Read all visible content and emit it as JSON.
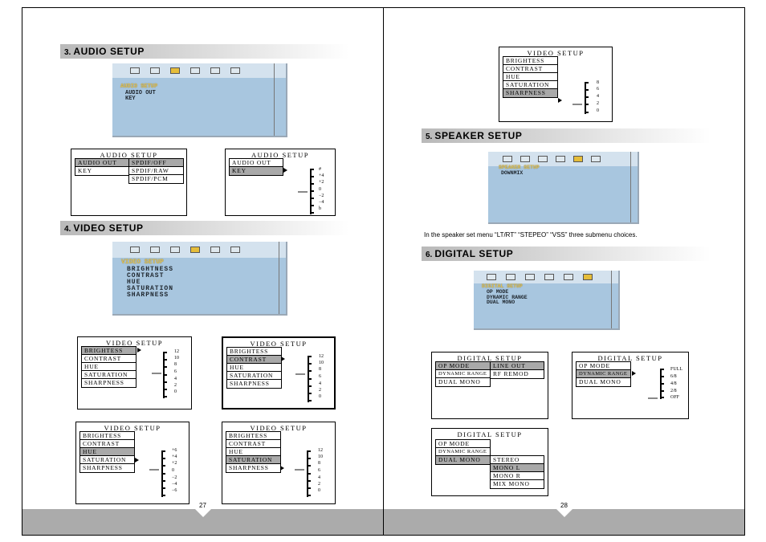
{
  "left_page": {
    "number": "27",
    "audio_section": {
      "num": "3.",
      "title": "AUDIO   SETUP"
    },
    "audio_osd": {
      "title": "AUDIO SETUP",
      "items": [
        "AUDIO OUT",
        "KEY"
      ]
    },
    "audio_diag1": {
      "title": "AUDIO SETUP",
      "left": [
        "AUDIO OUT",
        "KEY"
      ],
      "right": [
        "SPDIF/OFF",
        "SPDIF/RAW",
        "SPDIF/PCM"
      ]
    },
    "audio_diag2": {
      "title": "AUDIO SETUP",
      "left": [
        "AUDIO OUT",
        "KEY"
      ],
      "scale": [
        "#",
        "+4",
        "+2",
        "0",
        "−2",
        "−4",
        "b"
      ]
    },
    "video_section": {
      "num": "4.",
      "title": "VIDEO   SETUP"
    },
    "video_osd": {
      "title": "VIDEO SETUP",
      "items": [
        "BRIGHTNESS",
        "CONTRAST",
        "HUE",
        "SATURATION",
        "SHARPNESS"
      ]
    },
    "video_diags": [
      {
        "title": "VIDEO SETUP",
        "items": [
          "BRIGHTESS",
          "CONTRAST",
          "HUE",
          "SATURATION",
          "SHARPNESS"
        ],
        "scale": [
          "12",
          "10",
          "8",
          "6",
          "4",
          "2",
          "0"
        ]
      },
      {
        "title": "VIDEO SETUP",
        "items": [
          "BRIGHTESS",
          "CONTRAST",
          "HUE",
          "SATURATION",
          "SHARPNESS"
        ],
        "scale": [
          "12",
          "10",
          "8",
          "6",
          "4",
          "2",
          "0"
        ]
      },
      {
        "title": "VIDEO SETUP",
        "items": [
          "BRIGHTESS",
          "CONTRAST",
          "HUE",
          "SATURATION",
          "SHARPNESS"
        ],
        "scale": [
          "+6",
          "+4",
          "+2",
          "0",
          "−2",
          "−4",
          "−6"
        ]
      },
      {
        "title": "VIDEO SETUP",
        "items": [
          "BRIGHTESS",
          "CONTRAST",
          "HUE",
          "SATURATION",
          "SHARPNESS"
        ],
        "scale": [
          "12",
          "10",
          "8",
          "6",
          "4",
          "2",
          "0"
        ]
      }
    ]
  },
  "right_page": {
    "number": "28",
    "video_diag": {
      "title": "VIDEO SETUP",
      "items": [
        "BRIGHTESS",
        "CONTRAST",
        "HUE",
        "SATURATION",
        "SHARPNESS"
      ],
      "scale": [
        "8",
        "6",
        "4",
        "2",
        "0"
      ]
    },
    "speaker_section": {
      "num": "5.",
      "title": "SPEAKER   SETUP"
    },
    "speaker_osd": {
      "title": "SPEAKER SETUP",
      "items": [
        "DOWNMIX"
      ]
    },
    "speaker_note": "In the speaker set menu “LT/RT” “STEPEO” “VSS” three submenu choices.",
    "digital_section": {
      "num": "6.",
      "title": "DIGITAL   SETUP"
    },
    "digital_osd": {
      "title": "DIGITAL SETUP",
      "items": [
        "OP MODE",
        "DYNAMIC RANGE",
        "DUAL MONO"
      ]
    },
    "digital_diag1": {
      "title": "DIGITAL SETUP",
      "left": [
        "OP MODE",
        "DYNAMIC RANGE",
        "DUAL MONO"
      ],
      "right": [
        "LINE OUT",
        "RF REMOD"
      ]
    },
    "digital_diag2": {
      "title": "DIGITAL SETUP",
      "left": [
        "OP MODE",
        "DYNAMIC RANGE",
        "DUAL MONO"
      ],
      "scale": [
        "FULL",
        "6/8",
        "4/8",
        "2/8",
        "OFF"
      ]
    },
    "digital_diag3": {
      "title": "DIGITAL SETUP",
      "left": [
        "OP MODE",
        "DYNAMIC RANGE",
        "DUAL MONO"
      ],
      "right": [
        "STEREO",
        "MONO   L",
        "MONO   R",
        "MIX MONO"
      ]
    }
  },
  "colors": {
    "highlight": "#a9a9a9",
    "osd_blue": "#a8c6df",
    "osd_title": "#e0c35a",
    "footer": "#ababab"
  }
}
